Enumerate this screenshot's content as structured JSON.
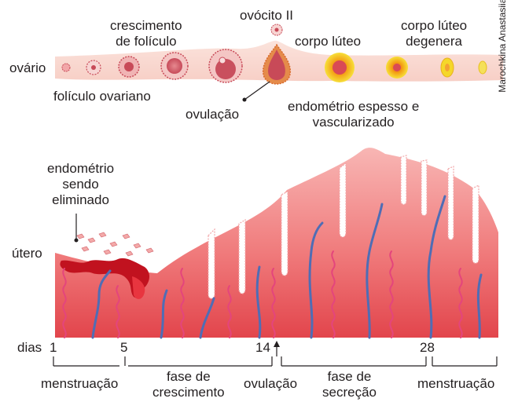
{
  "ovary": {
    "label": "ovário",
    "stages": {
      "growth": "crescimento\nde folículo",
      "oocyte": "ovócito II",
      "corpus_luteum": "corpo lúteo",
      "degenerates": "corpo lúteo\ndegenera",
      "follicle": "folículo ovariano",
      "ovulation": "ovulação",
      "endometrium": "endométrio espesso e\nvascularizado"
    }
  },
  "uterus": {
    "label": "útero",
    "shedding": "endométrio\nsendo\neliminado"
  },
  "timeline": {
    "days_label": "dias",
    "day_1": "1",
    "day_5": "5",
    "day_14": "14",
    "day_28": "28",
    "phases": {
      "menstruation_1": "menstruação",
      "growth_phase": "fase de\ncrescimento",
      "ovulation": "ovulação",
      "secretion_phase": "fase de\nsecreção",
      "menstruation_2": "menstruação"
    }
  },
  "credit": "Marochkina Anastasiia/\nShutterstock.com/ID/BR",
  "colors": {
    "tissue": "#ee5b61",
    "tissue_light": "#f7b2b0",
    "blood": "#c1121f",
    "vein": "#4f6db5",
    "artery": "#e4457c",
    "corpus_luteum": "#f5d72a"
  }
}
